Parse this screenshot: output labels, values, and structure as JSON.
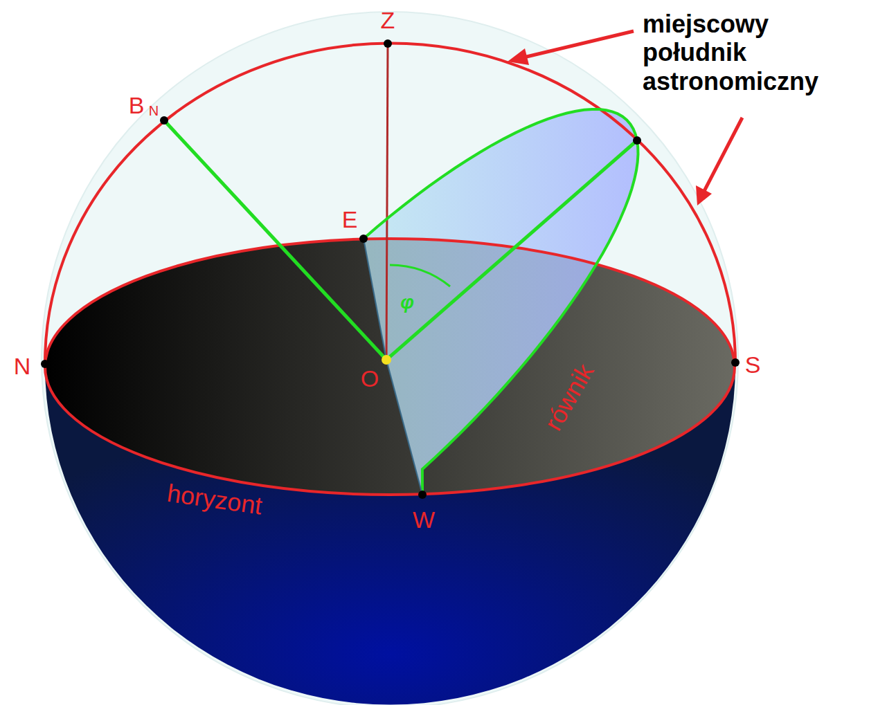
{
  "diagram": {
    "labels": [
      "miejscowy południk astronomiczny",
      "Z",
      "B",
      "N",
      "E",
      "φ",
      "N",
      "O",
      "S",
      "równik",
      "horyzont",
      "W"
    ]
  }
}
